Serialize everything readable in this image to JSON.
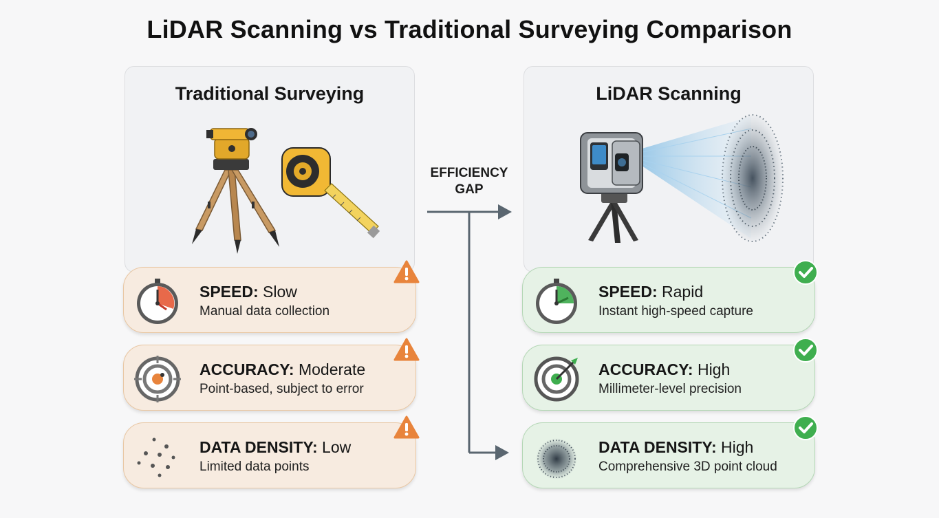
{
  "title": "LiDAR Scanning vs Traditional Surveying Comparison",
  "center_label": {
    "line1": "EFFICIENCY",
    "line2": "GAP"
  },
  "left_panel": {
    "title": "Traditional Surveying",
    "illustration": [
      "survey-level-tripod",
      "tape-measure"
    ],
    "cards": [
      {
        "metric": "SPEED:",
        "value": "Slow",
        "detail": "Manual data collection",
        "icon": "stopwatch-icon",
        "badge": "warning-icon"
      },
      {
        "metric": "ACCURACY:",
        "value": "Moderate",
        "detail": "Point-based, subject to error",
        "icon": "target-icon",
        "badge": "warning-icon"
      },
      {
        "metric": "DATA DENSITY:",
        "value": "Low",
        "detail": "Limited data points",
        "icon": "sparse-dots-icon",
        "badge": "warning-icon"
      }
    ]
  },
  "right_panel": {
    "title": "LiDAR Scanning",
    "illustration": [
      "lidar-scanner-on-tripod",
      "laser-beam",
      "point-cloud"
    ],
    "cards": [
      {
        "metric": "SPEED:",
        "value": "Rapid",
        "detail": "Instant high-speed capture",
        "icon": "fast-stopwatch-icon",
        "badge": "check-icon"
      },
      {
        "metric": "ACCURACY:",
        "value": "High",
        "detail": "Millimeter-level precision",
        "icon": "bullseye-arrow-icon",
        "badge": "check-icon"
      },
      {
        "metric": "DATA DENSITY:",
        "value": "High",
        "detail": "Comprehensive 3D point cloud",
        "icon": "dense-cloud-icon",
        "badge": "check-icon"
      }
    ]
  },
  "colors": {
    "warning_accent": "#e8843c",
    "warning_card": "#f7ebe0",
    "ok_accent": "#3fae4f",
    "ok_card": "#e6f2e6",
    "arrow": "#5a6670"
  }
}
